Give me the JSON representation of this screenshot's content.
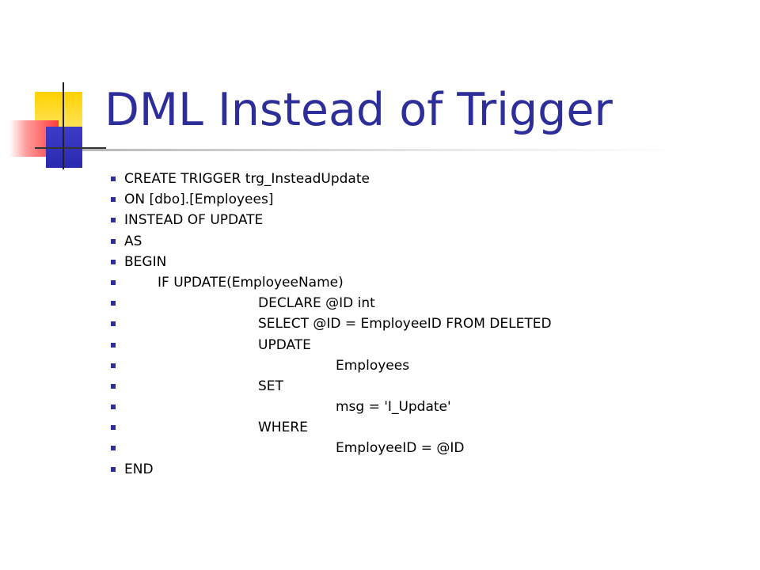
{
  "slide": {
    "title": "DML Instead of Trigger",
    "accent_color": "#2e2e9a",
    "bullet_icon": "square-bullet-icon",
    "lines": [
      {
        "text": "CREATE TRIGGER trg_InsteadUpdate",
        "indent": 0
      },
      {
        "text": "ON [dbo].[Employees]",
        "indent": 0
      },
      {
        "text": "INSTEAD OF UPDATE",
        "indent": 0
      },
      {
        "text": "AS",
        "indent": 0
      },
      {
        "text": "BEGIN",
        "indent": 0
      },
      {
        "text": "IF UPDATE(EmployeeName)",
        "indent": 1
      },
      {
        "text": "DECLARE @ID int",
        "indent": 2
      },
      {
        "text": "SELECT @ID = EmployeeID FROM DELETED",
        "indent": 2
      },
      {
        "text": "UPDATE",
        "indent": 2
      },
      {
        "text": "Employees",
        "indent": 3
      },
      {
        "text": "SET",
        "indent": 2
      },
      {
        "text": "msg = 'I_Update'",
        "indent": 3
      },
      {
        "text": "WHERE",
        "indent": 2
      },
      {
        "text": "EmployeeID = @ID",
        "indent": 3
      },
      {
        "text": "END",
        "indent": 0
      }
    ]
  }
}
